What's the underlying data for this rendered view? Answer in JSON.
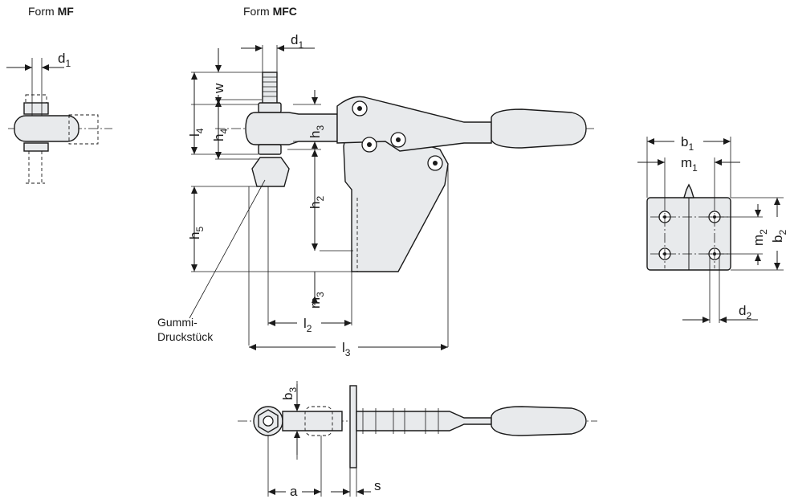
{
  "captions": {
    "mf_prefix": "Form",
    "mf_name": "MF",
    "mfc_prefix": "Form",
    "mfc_name": "MFC"
  },
  "labels": {
    "rubber_line1": "Gummi-",
    "rubber_line2": "Druckstück"
  },
  "dimensions": {
    "d": "d",
    "d1_sub": "1",
    "d2_sub": "2",
    "w": "w",
    "l": "l",
    "l2_sub": "2",
    "l3_sub": "3",
    "l4_sub": "4",
    "h": "h",
    "h2_sub": "2",
    "h3_sub": "3",
    "h4_sub": "4",
    "h5_sub": "5",
    "m": "m",
    "m1_sub": "1",
    "m2_sub": "2",
    "m3_sub": "3",
    "b": "b",
    "b1_sub": "1",
    "b2_sub": "2",
    "b3_sub": "3",
    "a": "a",
    "s": "s"
  }
}
